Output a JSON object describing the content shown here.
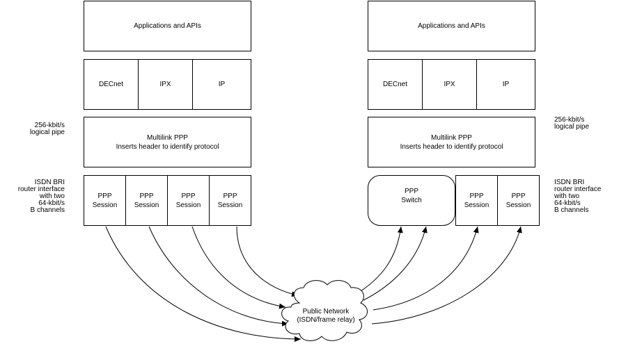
{
  "left_stack": {
    "apps": "Applications and APIs",
    "protocols": [
      "DECnet",
      "IPX",
      "IP"
    ],
    "multilink_line1": "Multilink PPP",
    "multilink_line2": "Inserts header to identify protocol",
    "sessions": [
      {
        "l1": "PPP",
        "l2": "Session"
      },
      {
        "l1": "PPP",
        "l2": "Session"
      },
      {
        "l1": "PPP",
        "l2": "Session"
      },
      {
        "l1": "PPP",
        "l2": "Session"
      }
    ]
  },
  "right_stack": {
    "apps": "Applications and APIs",
    "protocols": [
      "DECnet",
      "IPX",
      "IP"
    ],
    "multilink_line1": "Multilink PPP",
    "multilink_line2": "Inserts header to identify protocol",
    "switch_line1": "PPP",
    "switch_line2": "Switch",
    "sessions": [
      {
        "l1": "PPP",
        "l2": "Session"
      },
      {
        "l1": "PPP",
        "l2": "Session"
      }
    ]
  },
  "labels": {
    "pipe_left": "256-kbit/s\nlogical pipe",
    "pipe_right": "256-kbit/s\nlogical pipe",
    "isdn_left": "ISDN BRI\nrouter interface\nwith two\n64-kbit/s\nB channels",
    "isdn_right": "ISDN BRI\nrouter interface\nwith two\n64-kbit/s\nB channels"
  },
  "cloud": {
    "line1": "Public Network",
    "line2": "(ISDN/frame relay)"
  }
}
